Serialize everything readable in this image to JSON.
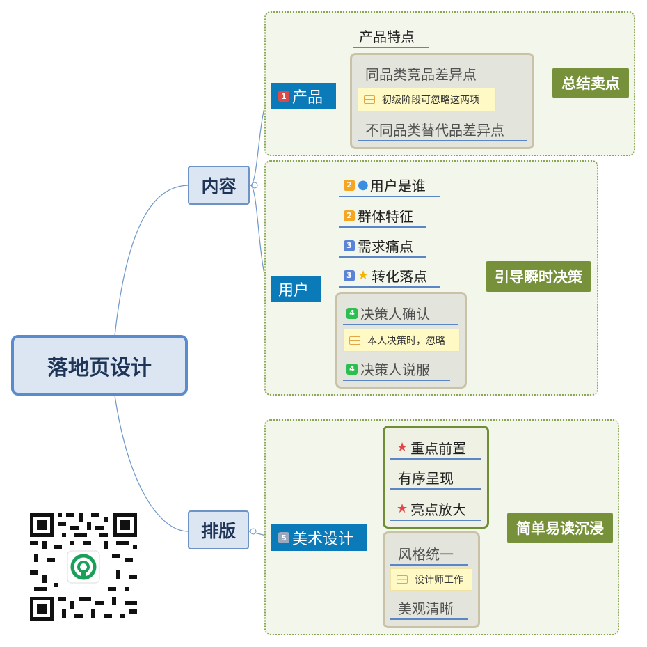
{
  "root": {
    "label": "落地页设计"
  },
  "branches": {
    "content": {
      "label": "内容",
      "product": {
        "label": "产品",
        "badge": "1",
        "items": {
          "features": "产品特点",
          "same_category": "同品类竞品差异点",
          "note": "初级阶段可忽略这两项",
          "alt_category": "不同品类替代品差异点"
        },
        "summary": "总结卖点"
      },
      "user": {
        "label": "用户",
        "items": {
          "who": {
            "badge": "2",
            "label": "用户是谁"
          },
          "group": {
            "badge": "2",
            "label": "群体特征"
          },
          "pain": {
            "badge": "3",
            "label": "需求痛点"
          },
          "conversion": {
            "badge": "3",
            "label": "转化落点"
          },
          "confirm": {
            "badge": "4",
            "label": "决策人确认"
          },
          "note": "本人决策时，忽略",
          "persuade": {
            "badge": "4",
            "label": "决策人说服"
          }
        },
        "summary": "引导瞬时决策"
      }
    },
    "layout": {
      "label": "排版",
      "art": {
        "label": "美术设计",
        "badge": "5",
        "items": {
          "focus": "重点前置",
          "order": "有序呈现",
          "highlight": "亮点放大",
          "style": "风格统一",
          "note": "设计师工作",
          "clean": "美观清晰"
        },
        "summary": "简单易读沉浸"
      }
    }
  },
  "icons": {
    "note": "note-icon",
    "star": "star-icon",
    "person": "person-icon",
    "qr": "qr-code-icon",
    "qr_logo": "wechat-logo-icon"
  },
  "colors": {
    "line": "#6b97c9",
    "node_blue": "#0b7ab8",
    "summary_green": "#77913a",
    "region_border": "#8aa653"
  }
}
